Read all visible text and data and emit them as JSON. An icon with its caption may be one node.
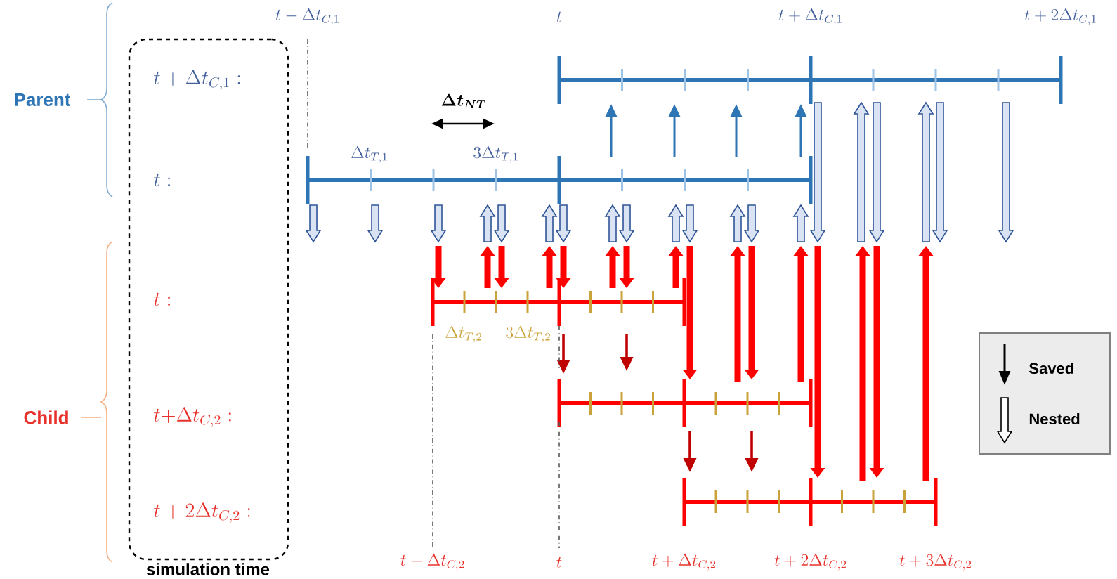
{
  "diagram": {
    "nodes": [
      {
        "text": [
          "t+\\Delta t_{C,1}:",
          "t:",
          "t:",
          "t{+}\\Delta t_{C,2}:",
          "t+2\\Delta t_{C,2}:",
          "simulation time"
        ]
      }
    ],
    "labels": [
      "Parent",
      "t-\\Delta t_{C,1}",
      "t",
      "t+\\Delta t_{C,1}",
      "t+2\\Delta t_{C,1}",
      "\\Delta t_{NT}",
      "\\Delta t_{T,1}",
      "3\\Delta t_{T,1}",
      "Child",
      "\\Delta t_{T,2}",
      "3\\Delta t_{T,2}",
      "t-\\Delta t_{C,2}",
      "t",
      "t+\\Delta t_{C,2}",
      "t+2\\Delta t_{C,2}",
      "t+3\\Delta t_{C,2}"
    ],
    "legend": [
      {
        "text": "Saved"
      },
      {
        "text": "Nested"
      }
    ]
  }
}
